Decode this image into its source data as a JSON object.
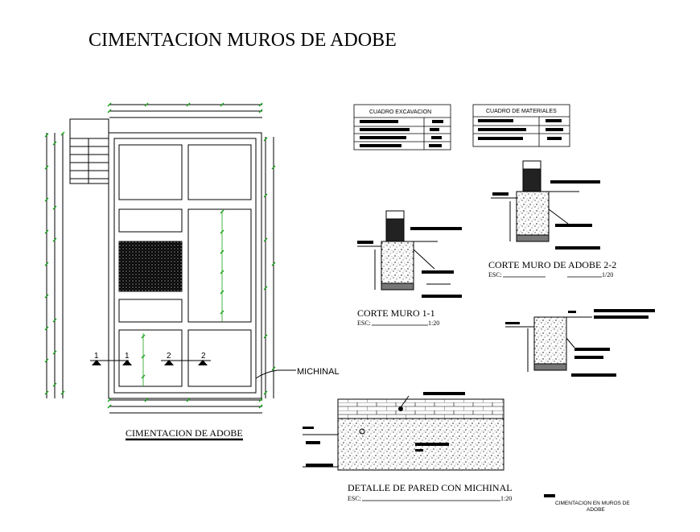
{
  "title": "CIMENTACION MUROS DE  ADOBE",
  "plan": {
    "caption": "CIMENTACION DE ADOBE",
    "michinal_label": "MICHINAL",
    "section_markers": [
      "1",
      "1",
      "2",
      "2"
    ]
  },
  "tables": {
    "excavacion_header": "CUADRO EXCAVACION",
    "materiales_header": "CUADRO DE MATERIALES"
  },
  "sections": {
    "corte1_title": "CORTE MURO 1-1",
    "corte1_scale_label": "ESC:",
    "corte1_scale_value": "1:20",
    "corte2_title": "CORTE MURO DE ADOBE 2-2",
    "corte2_scale_label": "ESC:",
    "corte2_scale_value": "1/20"
  },
  "detail": {
    "title": "DETALLE DE PARED CON MICHINAL",
    "scale_label": "ESC:",
    "scale_value": "1:20"
  },
  "footer": {
    "line1": "CIMENTACION EN MUROS DE",
    "line2": "ADOBE"
  },
  "colors": {
    "line": "#000000",
    "dim_green": "#1aa31a"
  }
}
